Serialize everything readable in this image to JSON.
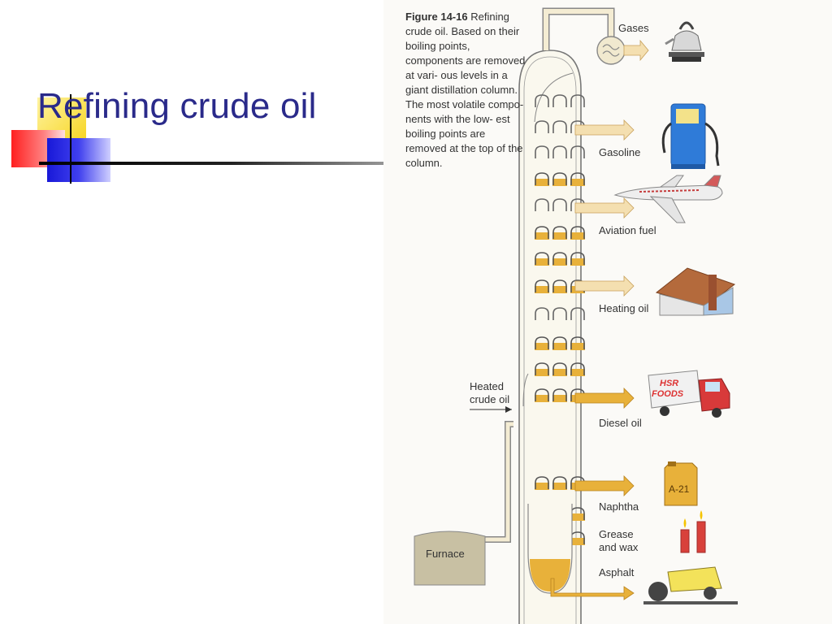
{
  "slide": {
    "title": "Refining crude oil"
  },
  "figure": {
    "caption_label": "Figure 14-16",
    "caption_text": "Refining crude oil. Based on their boiling points, components are removed at vari- ous levels in a giant distillation column. The most volatile compo- nents with the low- est boiling points are removed at the top of the column.",
    "products": [
      {
        "label": "Gases",
        "icon": "kettle-on-burner-icon"
      },
      {
        "label": "Gasoline",
        "icon": "gas-pump-icon"
      },
      {
        "label": "Aviation fuel",
        "icon": "airplane-icon"
      },
      {
        "label": "Heating oil",
        "icon": "house-icon"
      },
      {
        "label": "Diesel oil",
        "icon": "truck-icon"
      },
      {
        "label": "Naphtha",
        "icon": "fuel-can-icon"
      },
      {
        "label": "Grease and wax",
        "icon": "candles-icon"
      },
      {
        "label": "Asphalt",
        "icon": "road-roller-icon"
      }
    ],
    "input_label_1": "Heated",
    "input_label_2": "crude oil",
    "furnace_label": "Furnace",
    "truck_text_1": "HSR",
    "truck_text_2": "FOODS",
    "can_text": "A-21",
    "colors": {
      "title": "#2a2a8a",
      "light_arrow": "#f4dfb0",
      "dark_arrow": "#e8b13a",
      "column_outline": "#777777"
    }
  }
}
